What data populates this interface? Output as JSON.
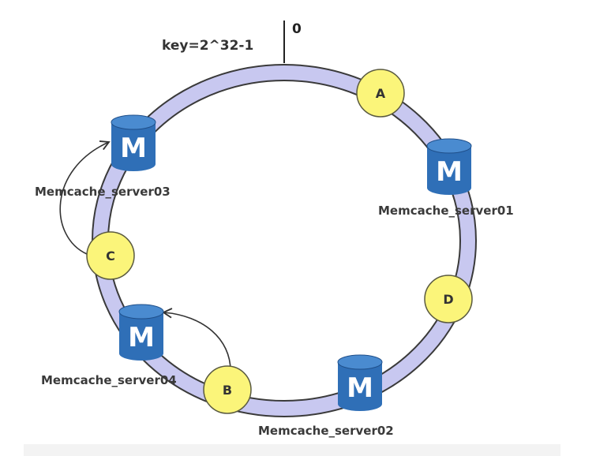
{
  "ring": {
    "zero_label": "0",
    "key_label": "key=2^32-1",
    "fill_color": "#c8c8f0",
    "stroke_color": "#3a3a3a"
  },
  "nodes": [
    {
      "id": "a",
      "label": "A"
    },
    {
      "id": "b",
      "label": "B"
    },
    {
      "id": "c",
      "label": "C"
    },
    {
      "id": "d",
      "label": "D"
    }
  ],
  "servers": [
    {
      "id": "server01",
      "icon_letter": "M",
      "label": "Memcache_server01"
    },
    {
      "id": "server02",
      "icon_letter": "M",
      "label": "Memcache_server02"
    },
    {
      "id": "server03",
      "icon_letter": "M",
      "label": "Memcache_server03"
    },
    {
      "id": "server04",
      "icon_letter": "M",
      "label": "Memcache_server04"
    }
  ],
  "colors": {
    "node_fill": "#fbf57a",
    "server_blue": "#2f6fb7",
    "server_top": "#4a8bd0"
  }
}
